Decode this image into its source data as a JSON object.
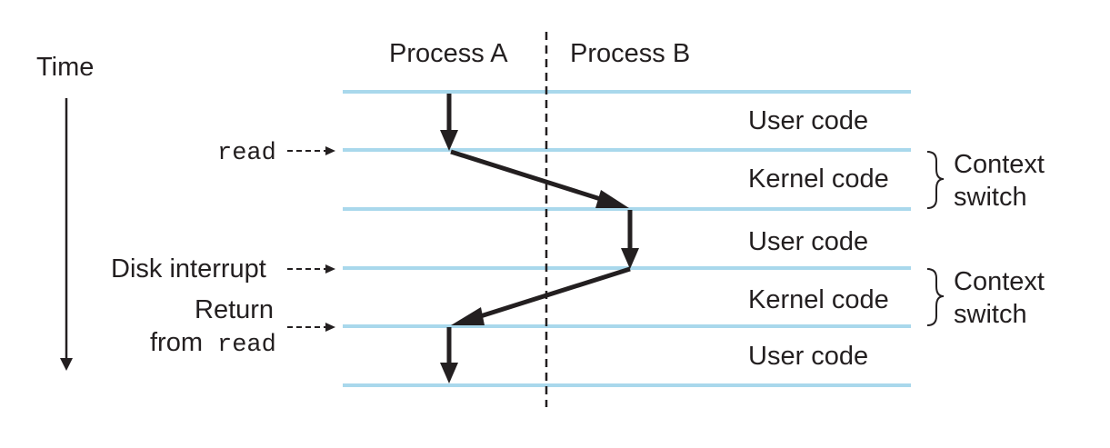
{
  "time_label": "Time",
  "processes": {
    "a": "Process A",
    "b": "Process B"
  },
  "bands": [
    {
      "label": "User code"
    },
    {
      "label": "Kernel code"
    },
    {
      "label": "User code"
    },
    {
      "label": "Kernel code"
    },
    {
      "label": "User code"
    }
  ],
  "context_switch": {
    "line1": "Context",
    "line2": "switch"
  },
  "events": {
    "read": "read",
    "disk_interrupt": "Disk interrupt",
    "return_line1": "Return",
    "return_from": "from ",
    "return_read": "read"
  },
  "colors": {
    "boundary": "#a9d8ec",
    "ink": "#231f20"
  }
}
